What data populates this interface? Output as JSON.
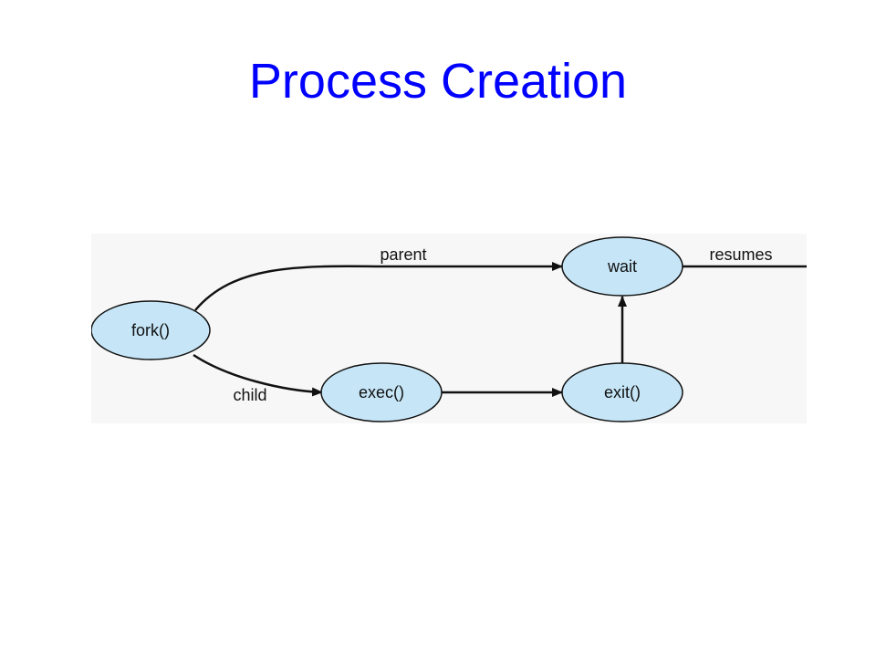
{
  "title": "Process Creation",
  "diagram": {
    "colors": {
      "node_fill": "#c6e6f7",
      "stroke": "#111111",
      "panel_background": "#f7f7f7",
      "title": "#0000ff"
    },
    "nodes": {
      "fork": "fork()",
      "wait": "wait",
      "exec": "exec()",
      "exit": "exit()"
    },
    "edges": {
      "parent": "parent",
      "child": "child",
      "resumes": "resumes"
    }
  }
}
